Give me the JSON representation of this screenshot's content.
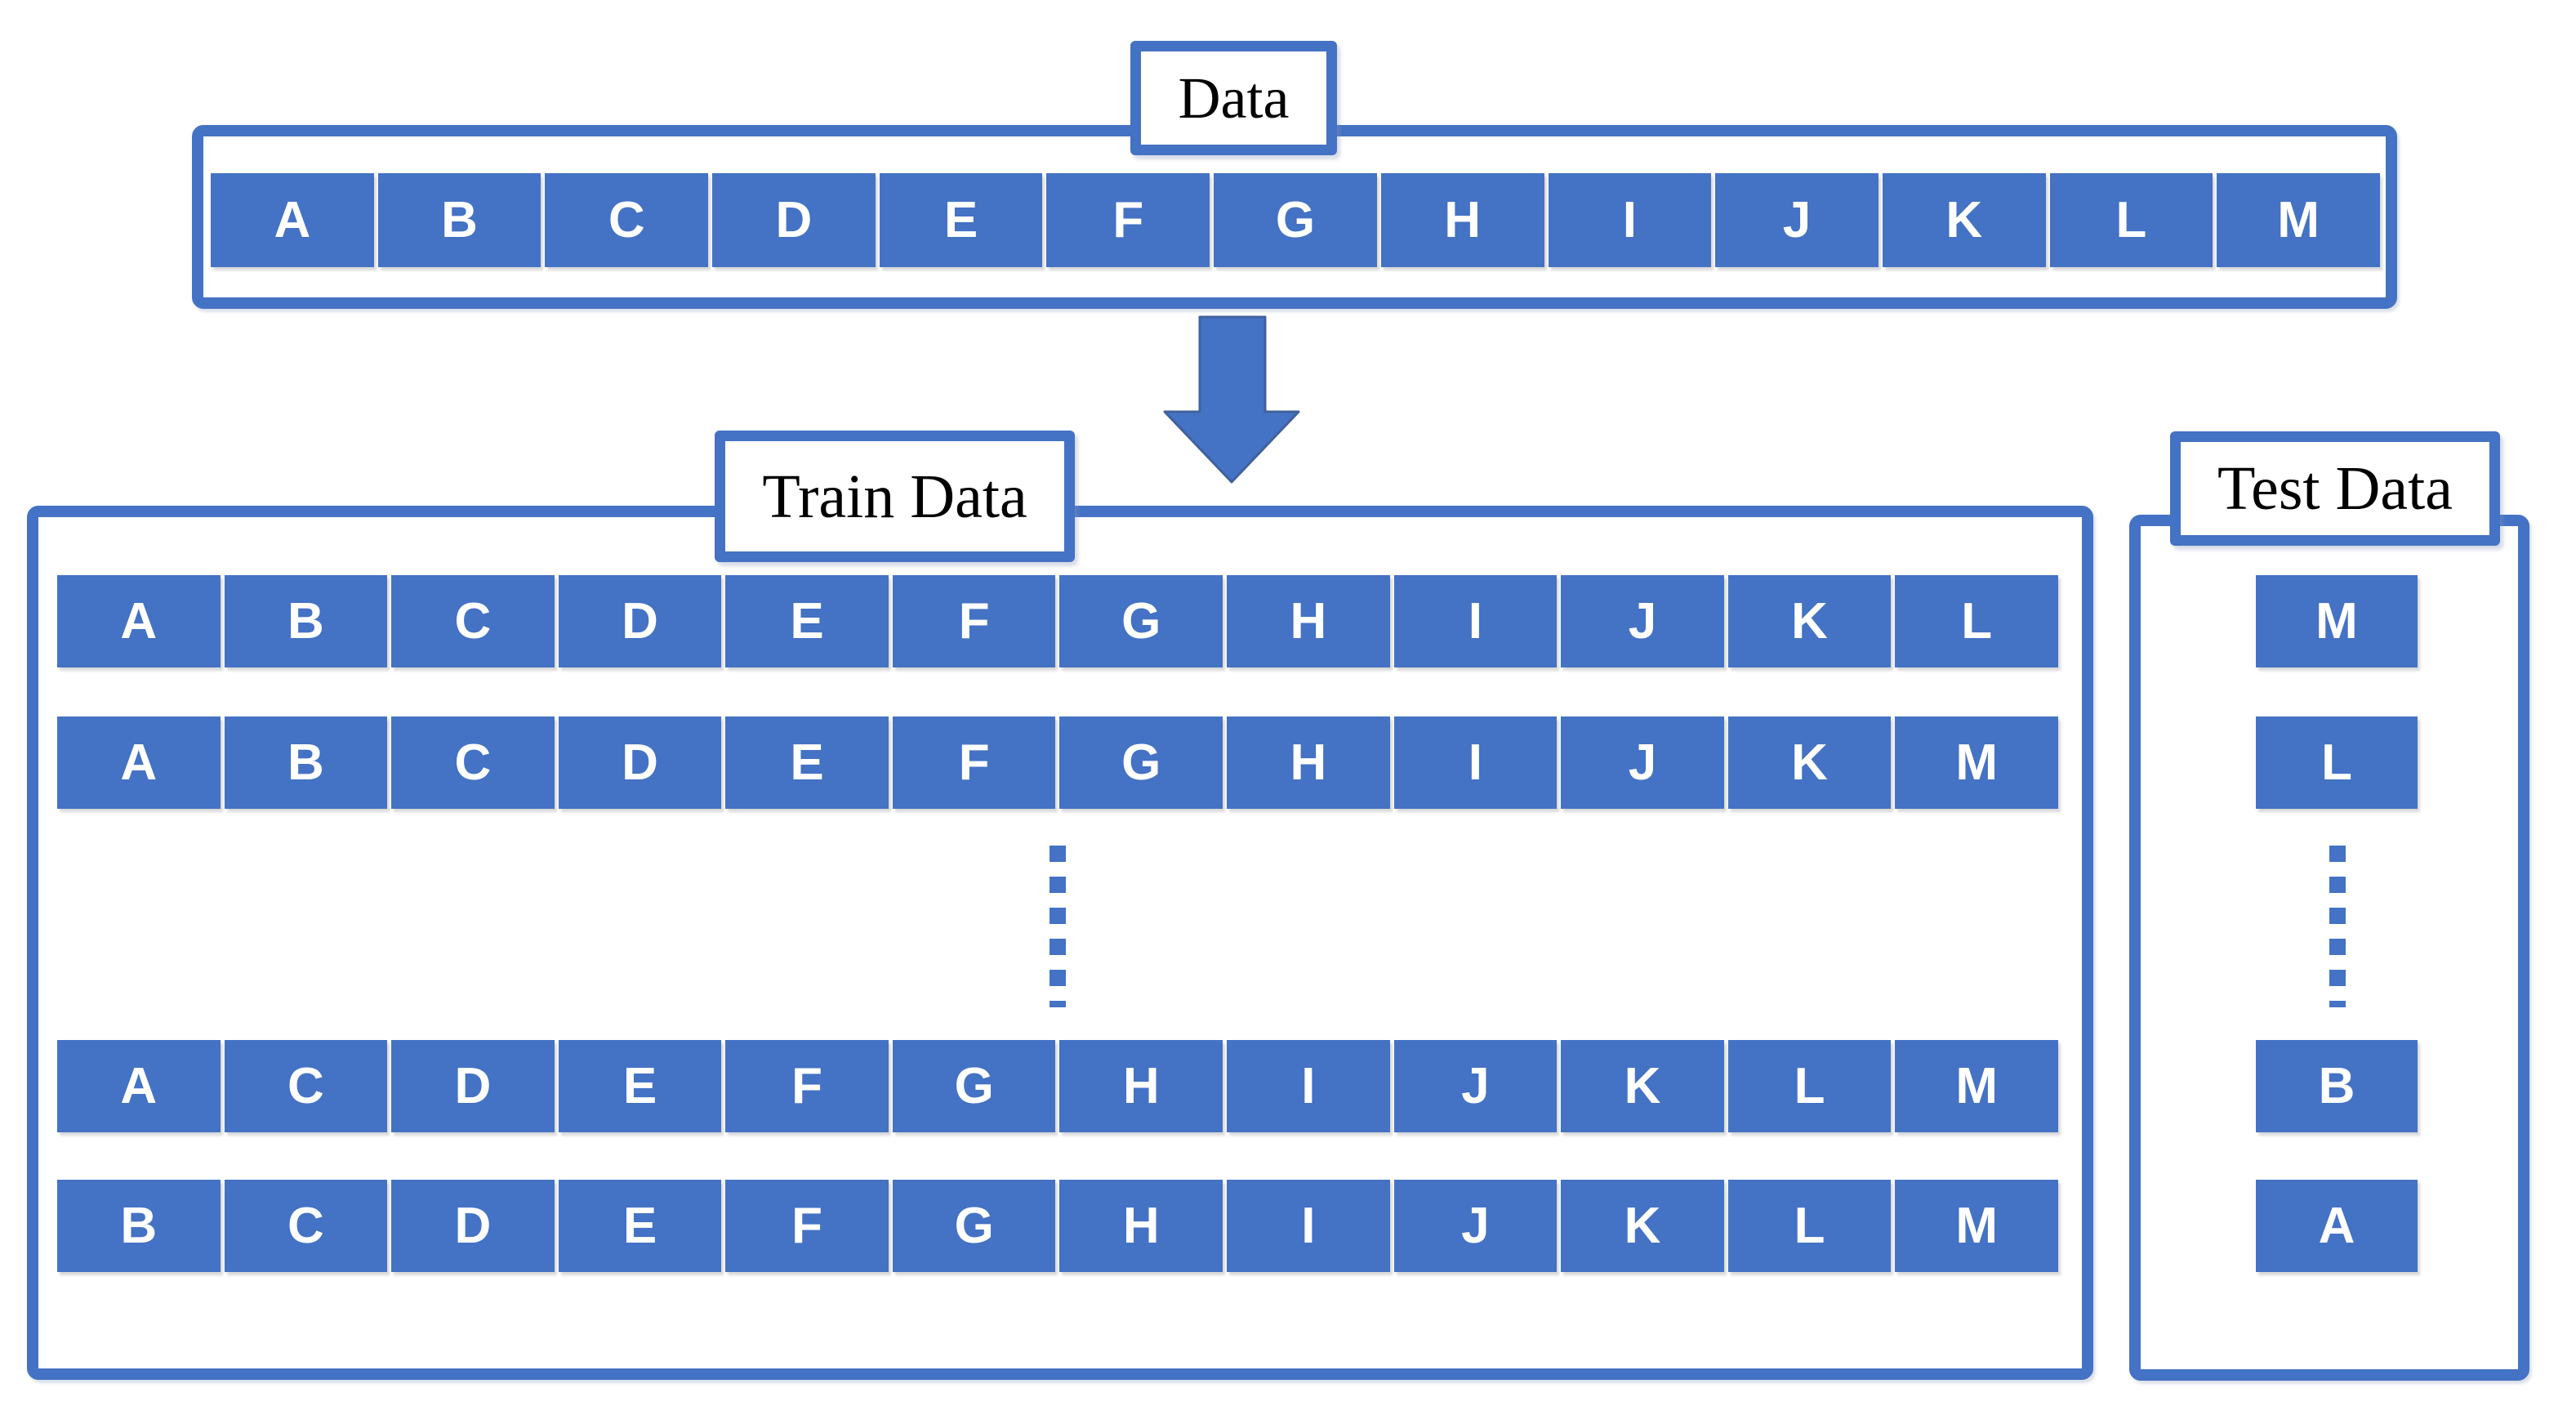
{
  "labels": {
    "data": "Data",
    "train": "Train Data",
    "test": "Test Data"
  },
  "data_row": [
    "A",
    "B",
    "C",
    "D",
    "E",
    "F",
    "G",
    "H",
    "I",
    "J",
    "K",
    "L",
    "M"
  ],
  "train_rows": [
    [
      "A",
      "B",
      "C",
      "D",
      "E",
      "F",
      "G",
      "H",
      "I",
      "J",
      "K",
      "L"
    ],
    [
      "A",
      "B",
      "C",
      "D",
      "E",
      "F",
      "G",
      "H",
      "I",
      "J",
      "K",
      "M"
    ],
    [
      "A",
      "C",
      "D",
      "E",
      "F",
      "G",
      "H",
      "I",
      "J",
      "K",
      "L",
      "M"
    ],
    [
      "B",
      "C",
      "D",
      "E",
      "F",
      "G",
      "H",
      "I",
      "J",
      "K",
      "L",
      "M"
    ]
  ],
  "test_cells": [
    "M",
    "L",
    "B",
    "A"
  ],
  "icons": {
    "arrow": "block-arrow-down",
    "train_ellipsis": "vertical-ellipsis",
    "test_ellipsis": "vertical-ellipsis"
  },
  "colors": {
    "primary_blue": "#4472C4",
    "arrow_outline": "#41619C",
    "cell_text": "#FFFFFF",
    "label_text": "#000000"
  }
}
